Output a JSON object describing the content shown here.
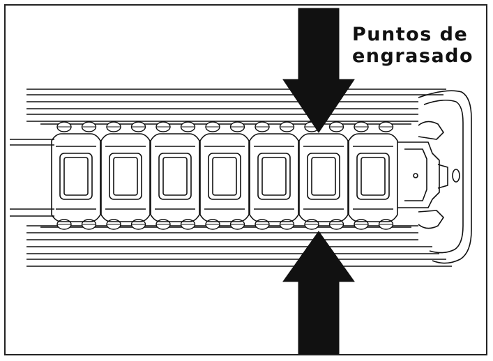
{
  "figure": {
    "callout_line1": "Puntos de",
    "callout_line2": "engrasado",
    "stroke_color": "#111111",
    "background_color": "#ffffff",
    "carriage_count": 7
  }
}
